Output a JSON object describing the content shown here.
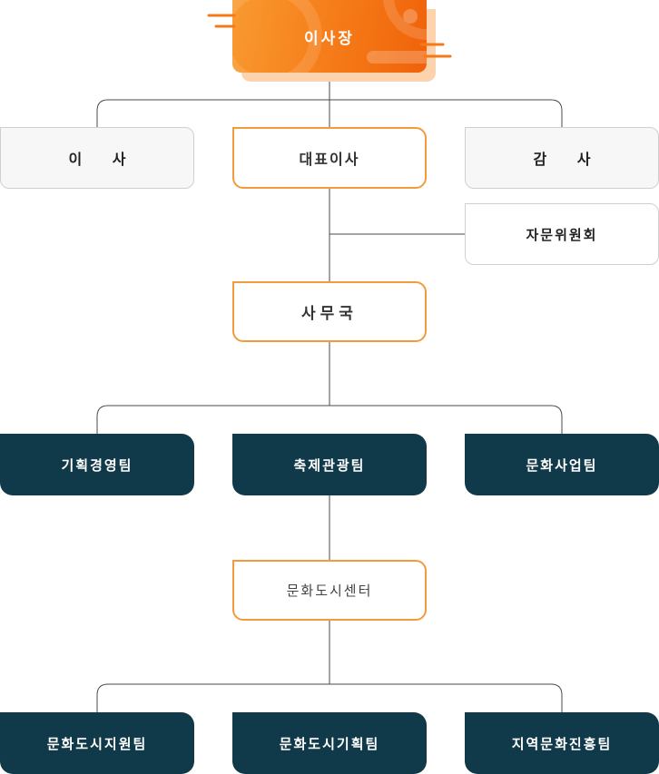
{
  "chairman": "이사장",
  "directors": "이 사",
  "ceo": "대표이사",
  "auditor": "감 사",
  "advisory": "자문위원회",
  "secretariat": "사무국",
  "teams": [
    "기획경영팀",
    "축제관광팀",
    "문화사업팀"
  ],
  "center": "문화도시센터",
  "center_teams": [
    "문화도시지원팀",
    "문화도시기획팀",
    "지역문화진흥팀"
  ],
  "colors": {
    "accent": "#f57a17",
    "dark": "#10394a",
    "border_orange": "#f39a3b"
  }
}
